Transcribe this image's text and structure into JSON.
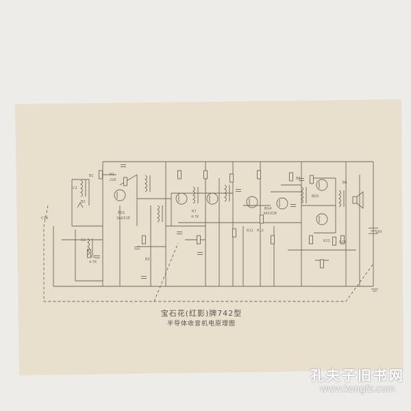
{
  "document": {
    "title_line1": "宝石花(红影)牌742型",
    "title_line2": "半导体收音机电原理图"
  },
  "watermark": {
    "name": "孔夫子旧书网",
    "url": "www.kongfz.com"
  },
  "component_labels": {
    "b1": "B1",
    "b2": "B2",
    "c1": "C1",
    "c2": "C2",
    "c1b": "C1B",
    "r1": "R1",
    "r1v": "22K",
    "r2": "R2",
    "r2v": "4.7K",
    "bg1": "BG1",
    "bg1t": "3AG51E",
    "b3": "B3",
    "r7": "R7",
    "r7v": "4.7K",
    "bg4": "BG4",
    "bg4t": "3AX31B",
    "r11": "R11",
    "r12": "R12",
    "r22": "R22",
    "r23": "R23",
    "bg5": "BG5",
    "b5": "B5",
    "b6": "B6",
    "batt": "18V"
  },
  "colors": {
    "paper": "#e9dfcd",
    "ink": "#6d675f",
    "background": "#eeece9"
  }
}
